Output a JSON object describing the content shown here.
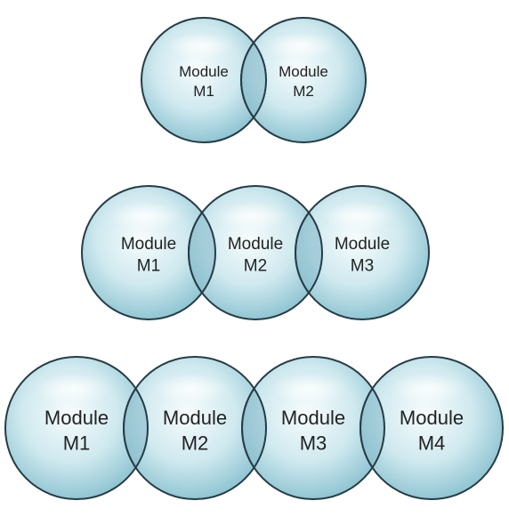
{
  "colors": {
    "fill_center": "#f7fcfd",
    "fill_mid": "#cfe9ef",
    "fill_edge": "#8cc3d1",
    "overlap": "#7fb6c6",
    "stroke": "#263c45",
    "text": "#222222"
  },
  "rows": [
    {
      "modules": [
        {
          "line1": "Module",
          "line2": "M1"
        },
        {
          "line1": "Module",
          "line2": "M2"
        }
      ]
    },
    {
      "modules": [
        {
          "line1": "Module",
          "line2": "M1"
        },
        {
          "line1": "Module",
          "line2": "M2"
        },
        {
          "line1": "Module",
          "line2": "M3"
        }
      ]
    },
    {
      "modules": [
        {
          "line1": "Module",
          "line2": "M1"
        },
        {
          "line1": "Module",
          "line2": "M2"
        },
        {
          "line1": "Module",
          "line2": "M3"
        },
        {
          "line1": "Module",
          "line2": "M4"
        }
      ]
    }
  ]
}
